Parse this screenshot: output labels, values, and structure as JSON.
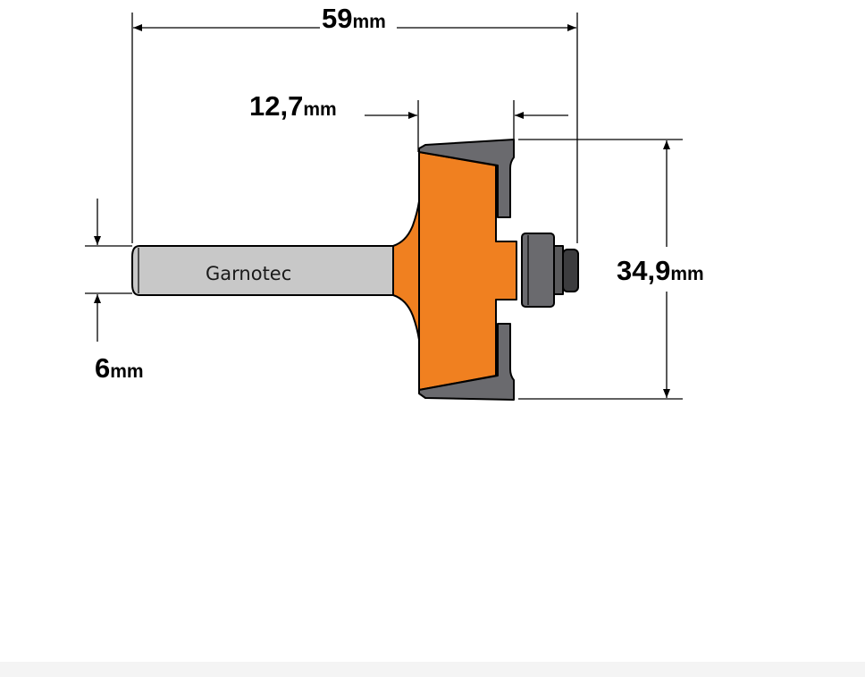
{
  "dimensions": {
    "overall_length": {
      "value": "59",
      "unit": "mm"
    },
    "cutting_height": {
      "value": "12,7",
      "unit": "mm"
    },
    "cutting_diameter": {
      "value": "34,9",
      "unit": "mm"
    },
    "shank_diameter": {
      "value": "6",
      "unit": "mm"
    }
  },
  "brand_label": "Garnotec",
  "colors": {
    "body_orange": "#f08020",
    "carbide_grey": "#6a6a6e",
    "shank_grey": "#c8c8c8",
    "bearing_dark": "#3c3c3e",
    "outline": "#000000"
  }
}
